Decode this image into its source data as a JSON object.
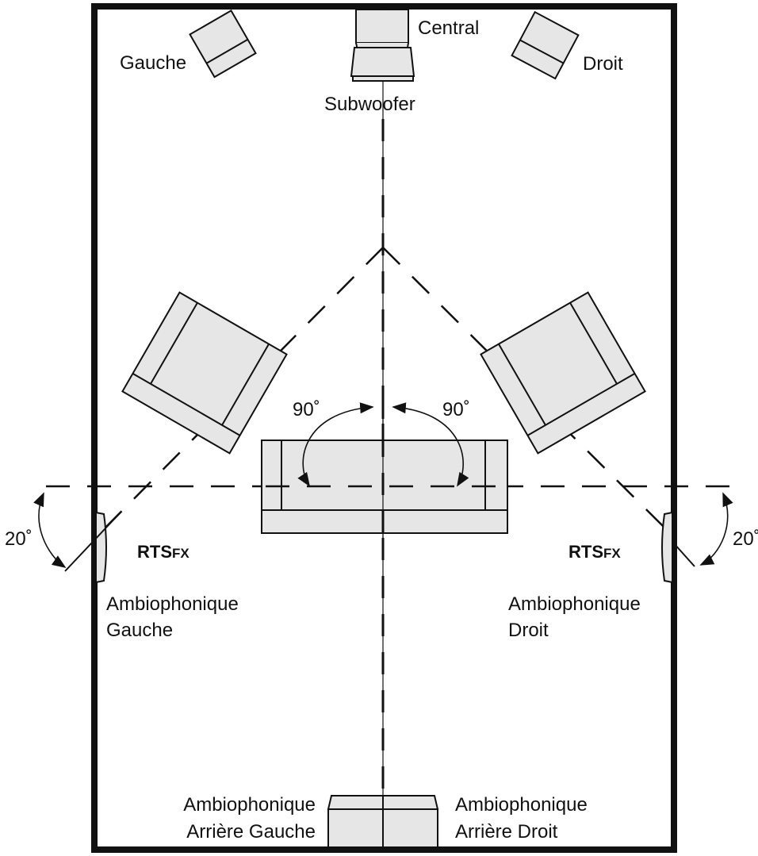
{
  "speakers": {
    "left": "Gauche",
    "center": "Central",
    "right": "Droit",
    "subwoofer": "Subwoofer"
  },
  "surround_left": {
    "brand_main": "RTS",
    "brand_sub": "FX",
    "line1": "Ambiophonique",
    "line2": "Gauche"
  },
  "surround_right": {
    "brand_main": "RTS",
    "brand_sub": "FX",
    "line1": "Ambiophonique",
    "line2": "Droit"
  },
  "rear_left": {
    "line1": "Ambiophonique",
    "line2": "Arrière Gauche"
  },
  "rear_right": {
    "line1": "Ambiophonique",
    "line2": "Arrière Droit"
  },
  "angles": {
    "left_90": "90˚",
    "right_90": "90˚",
    "left_20": "20˚",
    "right_20": "20˚"
  },
  "colors": {
    "furniture_fill": "#e6e6e6",
    "stroke": "#111111"
  }
}
